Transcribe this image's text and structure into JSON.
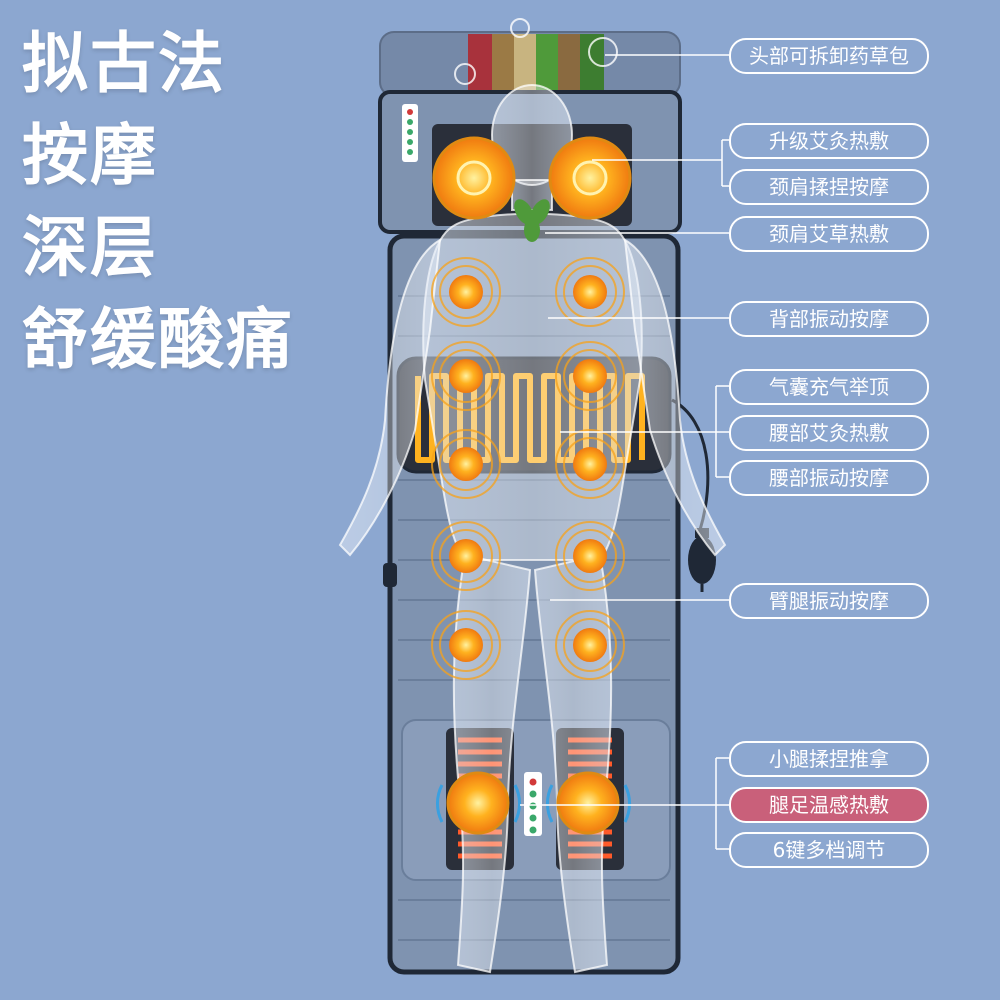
{
  "headline": {
    "line1": "拟古法",
    "line2": "按摩",
    "line3": "深层",
    "line4": "舒缓酸痛"
  },
  "features": [
    "头部可拆卸药草包",
    "升级艾灸热敷",
    "颈肩揉捏按摩",
    "颈肩艾草热敷",
    "背部振动按摩",
    "气囊充气举顶",
    "腰部艾灸热敷",
    "腰部振动按摩",
    "臂腿振动按摩",
    "小腿揉捏推拿",
    "腿足温感热敷",
    "6键多档调节"
  ],
  "colors": {
    "background": "#8ca7d0",
    "mat": "#7f93b0",
    "heat": "#f7a11a",
    "highlight": "#c9607a"
  }
}
